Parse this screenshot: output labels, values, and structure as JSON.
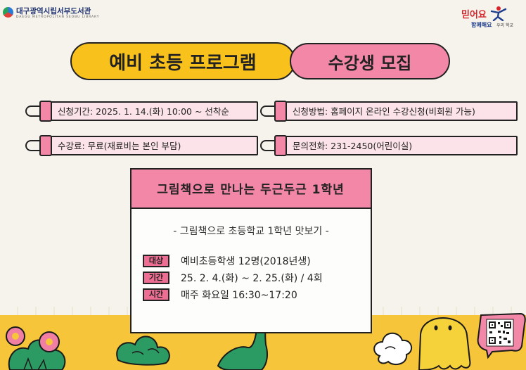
{
  "header": {
    "library_name": "대구광역시립서부도서관",
    "library_name_en": "DAEGU METROPOLITAN SEOBU LIBRARY",
    "slogan_main": "믿어요",
    "slogan_sub": "함께해요",
    "slogan_small": "우리 학교"
  },
  "title": {
    "main": "예비 초등 프로그램",
    "sub": "수강생 모집"
  },
  "info": {
    "apply_period": "신청기간: 2025. 1. 14.(화) 10:00 ~ 선착순",
    "apply_method": "신청방법: 홈페이지 온라인 수강신청(비회원 가능)",
    "fee": "수강료: 무료(재료비는 본인 부담)",
    "contact": "문의전화: 231-2450(어린이실)"
  },
  "program": {
    "name": "그림책으로 만나는 두근두근 1학년",
    "subtitle": "- 그림책으로 초등학교 1학년 맛보기 -",
    "target_tag": "대상",
    "target_value": "예비초등학생 12명(2018년생)",
    "period_tag": "기간",
    "period_value": "25.  2. 4.(화) ~ 2. 25.(화) / 4회",
    "time_tag": "시간",
    "time_value": "매주 화요일 16:30~17:20"
  },
  "colors": {
    "background": "#f6f3ec",
    "title_yellow": "#f8c11c",
    "accent_pink": "#f287a8",
    "info_bar_pink": "#fbe3e9",
    "tag_pink": "#ee6d93",
    "ground_yellow": "#f7c53a",
    "dino_green": "#2c9a63",
    "ghost_yellow": "#f5d23a"
  },
  "icons": [
    "library-logo-icon",
    "slogan-figure-icon",
    "binder-clip-icon",
    "flower-bush-icon",
    "dinosaur-icon",
    "ghost-icon",
    "cloud-icon",
    "qr-code-icon"
  ]
}
